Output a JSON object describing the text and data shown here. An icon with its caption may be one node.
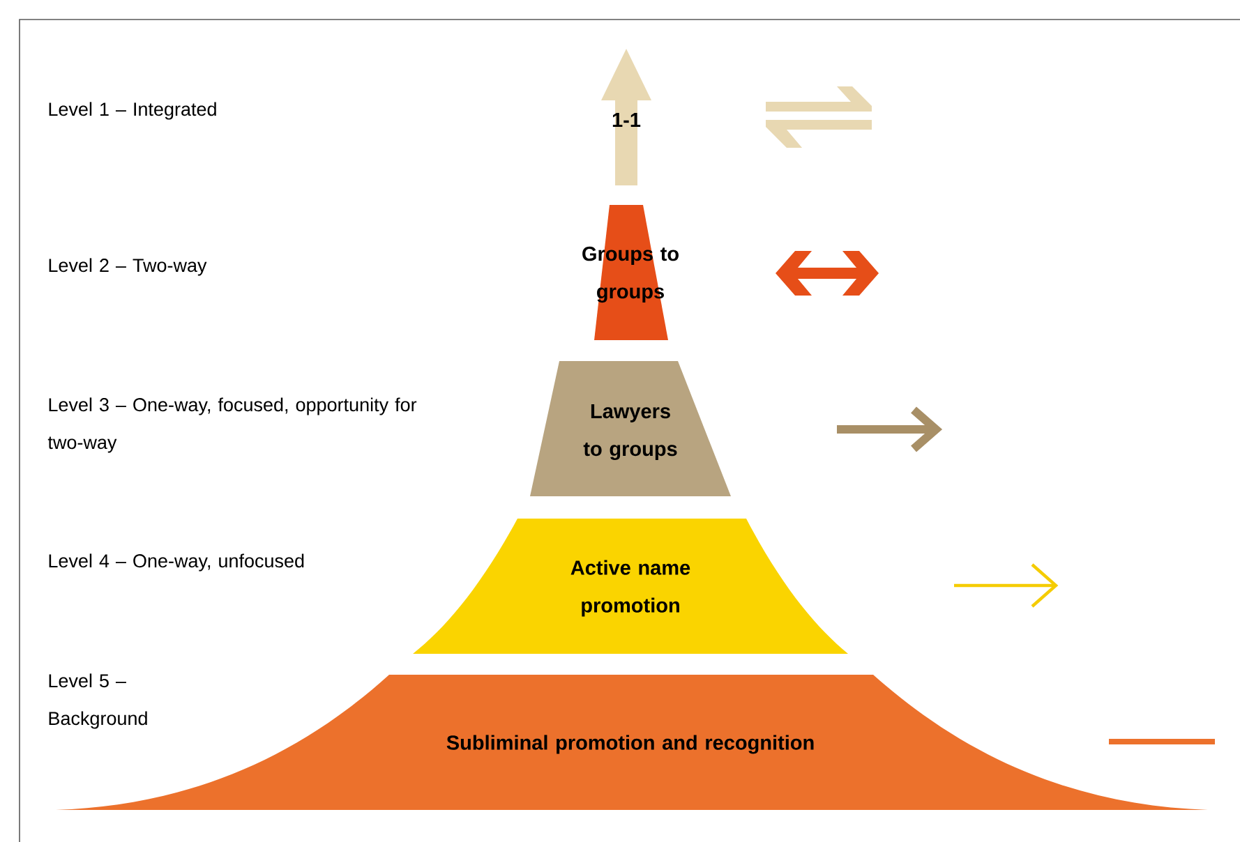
{
  "diagram": {
    "nodes": [
      {
        "text": [
          "1-1"
        ]
      },
      {
        "text": [
          "Groups to groups"
        ]
      },
      {
        "text": [
          "Lawyers to groups"
        ]
      },
      {
        "text": [
          "Active name promotion"
        ]
      },
      {
        "text": [
          "Subliminal promotion and recognition"
        ]
      }
    ],
    "labels": [
      "Level 1 – Integrated",
      "Level 2 – Two-way",
      "Level 3 – One-way, focused, opportunity for two-way",
      "Level 4 – One-way, unfocused",
      "Level 5 – Background"
    ]
  }
}
